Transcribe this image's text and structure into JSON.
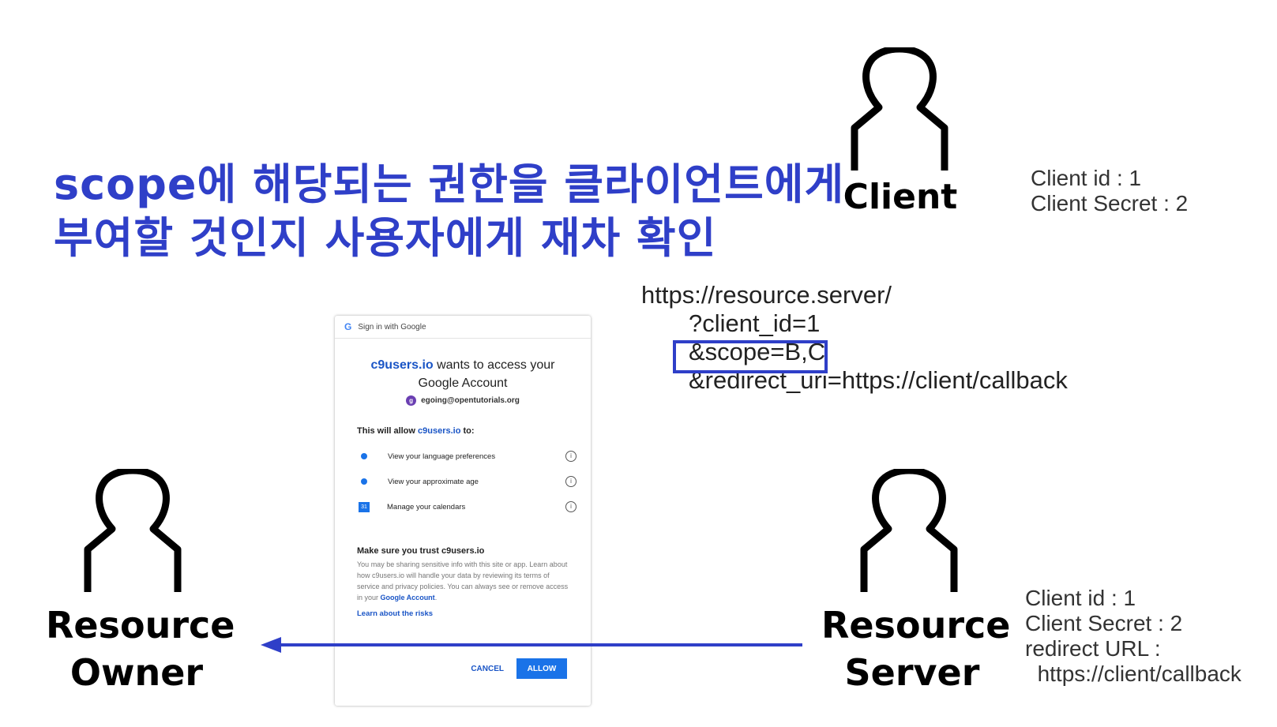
{
  "title": {
    "line1": "scope에 해당되는 권한을 클라이언트에게",
    "line2": "부여할 것인지 사용자에게 재차 확인"
  },
  "client": {
    "label": "Client",
    "info": [
      "Client id : 1",
      "Client Secret : 2"
    ]
  },
  "request_url": {
    "base": "https://resource.server/",
    "client_id": "?client_id=1",
    "scope": "&scope=B,C",
    "redirect": "&redirect_uri=https://client/callback"
  },
  "resource_owner": {
    "line1": "Resource",
    "line2": "Owner"
  },
  "resource_server": {
    "line1": "Resource",
    "line2": "Server",
    "info": [
      "Client id : 1",
      "Client Secret : 2",
      "redirect URL :",
      "https://client/callback"
    ]
  },
  "colors": {
    "accent": "#2f3fc8",
    "google_blue": "#1a73e8"
  },
  "dialog": {
    "header": "Sign in with Google",
    "app": "c9users.io",
    "title_rest": " wants to access your",
    "title_line2": "Google Account",
    "account_initial": "g",
    "account": "egoing@opentutorials.org",
    "allow_prefix": "This will allow ",
    "allow_suffix": " to:",
    "permissions": [
      {
        "icon": "dot-icon",
        "label": "View your language preferences"
      },
      {
        "icon": "dot-icon",
        "label": "View your approximate age"
      },
      {
        "icon": "calendar-icon",
        "icon_text": "31",
        "label": "Manage your calendars"
      }
    ],
    "trust_heading": "Make sure you trust c9users.io",
    "trust_text": "You may be sharing sensitive info with this site or app. Learn about how c9users.io will handle your data by reviewing its terms of service and privacy policies. You can always see or remove access in your ",
    "trust_link": "Google Account",
    "trust_end": ".",
    "risks_link": "Learn about the risks",
    "cancel": "CANCEL",
    "allow": "ALLOW"
  }
}
